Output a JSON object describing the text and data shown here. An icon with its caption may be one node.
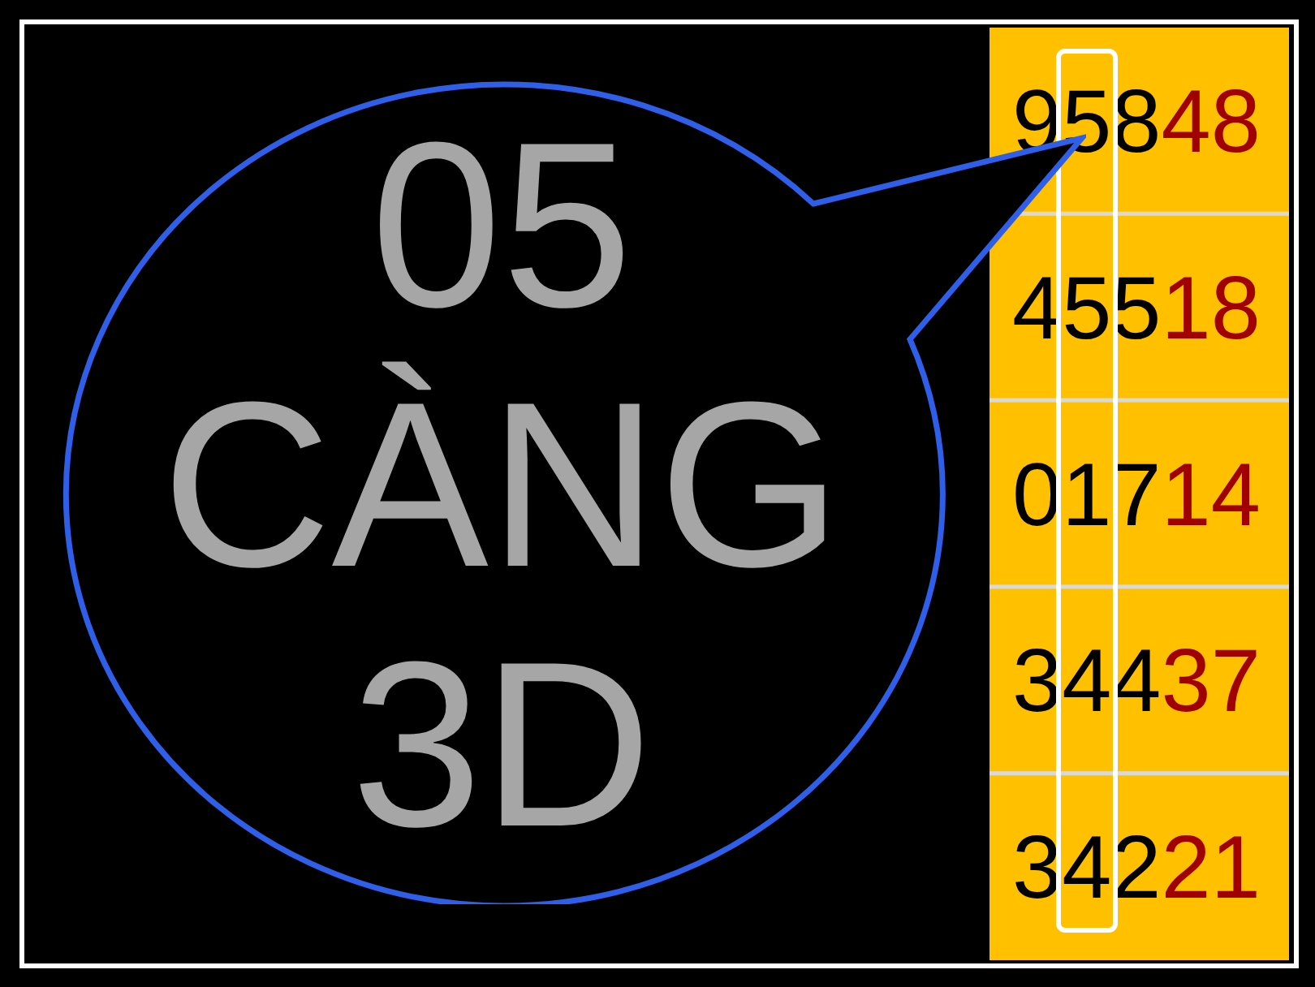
{
  "diagram": {
    "nodes": [
      {
        "text": [
          "05 CÀNG 3D"
        ]
      }
    ],
    "labels": [
      "95848",
      "45518",
      "01714",
      "34437",
      "34221"
    ]
  }
}
